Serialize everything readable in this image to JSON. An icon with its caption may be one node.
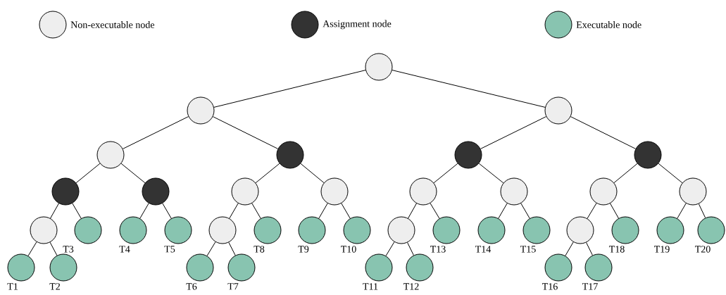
{
  "diagram": {
    "nodes": [
      {
        "text": [],
        "shape": "circle"
      },
      {
        "text": [],
        "shape": "circle"
      },
      {
        "text": [],
        "shape": "circle"
      },
      {
        "text": [],
        "shape": "circle"
      },
      {
        "text": [],
        "shape": "circle"
      },
      {
        "text": [],
        "shape": "circle"
      },
      {
        "text": [],
        "shape": "circle"
      },
      {
        "text": [],
        "shape": "circle"
      },
      {
        "text": [],
        "shape": "circle"
      },
      {
        "text": [],
        "shape": "circle"
      },
      {
        "text": [],
        "shape": "circle"
      },
      {
        "text": [],
        "shape": "circle"
      },
      {
        "text": [],
        "shape": "circle"
      },
      {
        "text": [],
        "shape": "circle"
      },
      {
        "text": [],
        "shape": "circle"
      },
      {
        "text": [],
        "shape": "circle"
      },
      {
        "text": [],
        "shape": "circle",
        "beside": [
          "T3"
        ]
      },
      {
        "text": [],
        "shape": "circle",
        "beside": [
          "T4"
        ]
      },
      {
        "text": [],
        "shape": "circle",
        "beside": [
          "T5"
        ]
      },
      {
        "text": [],
        "shape": "circle"
      },
      {
        "text": [],
        "shape": "circle",
        "beside": [
          "T8"
        ]
      },
      {
        "text": [],
        "shape": "circle",
        "beside": [
          "T9"
        ]
      },
      {
        "text": [],
        "shape": "circle",
        "beside": [
          "T10"
        ]
      },
      {
        "text": [],
        "shape": "circle"
      },
      {
        "text": [],
        "shape": "circle",
        "beside": [
          "T13"
        ]
      },
      {
        "text": [],
        "shape": "circle",
        "beside": [
          "T14"
        ]
      },
      {
        "text": [],
        "shape": "circle",
        "beside": [
          "T15"
        ]
      },
      {
        "text": [],
        "shape": "circle"
      },
      {
        "text": [],
        "shape": "circle",
        "beside": [
          "T18"
        ]
      },
      {
        "text": [],
        "shape": "circle",
        "beside": [
          "T19"
        ]
      },
      {
        "text": [],
        "shape": "circle",
        "beside": [
          "T20"
        ]
      },
      {
        "text": [],
        "shape": "circle",
        "beside": [
          "T1"
        ]
      },
      {
        "text": [],
        "shape": "circle",
        "beside": [
          "T2"
        ]
      },
      {
        "text": [],
        "shape": "circle",
        "beside": [
          "T6"
        ]
      },
      {
        "text": [],
        "shape": "circle",
        "beside": [
          "T7"
        ]
      },
      {
        "text": [],
        "shape": "circle",
        "beside": [
          "T11"
        ]
      },
      {
        "text": [],
        "shape": "circle",
        "beside": [
          "T12"
        ]
      },
      {
        "text": [],
        "shape": "circle",
        "beside": [
          "T16"
        ]
      },
      {
        "text": [],
        "shape": "circle",
        "beside": [
          "T17"
        ]
      }
    ],
    "edges": [
      {
        "from": 0,
        "to": 1,
        "arrow": "none"
      },
      {
        "from": 0,
        "to": 2,
        "arrow": "none"
      },
      {
        "from": 1,
        "to": 3,
        "arrow": "none"
      },
      {
        "from": 1,
        "to": 4,
        "arrow": "none"
      },
      {
        "from": 2,
        "to": 5,
        "arrow": "none"
      },
      {
        "from": 2,
        "to": 6,
        "arrow": "none"
      },
      {
        "from": 3,
        "to": 7,
        "arrow": "none"
      },
      {
        "from": 3,
        "to": 8,
        "arrow": "none"
      },
      {
        "from": 4,
        "to": 9,
        "arrow": "none"
      },
      {
        "from": 4,
        "to": 10,
        "arrow": "none"
      },
      {
        "from": 5,
        "to": 11,
        "arrow": "none"
      },
      {
        "from": 5,
        "to": 12,
        "arrow": "none"
      },
      {
        "from": 6,
        "to": 13,
        "arrow": "none"
      },
      {
        "from": 6,
        "to": 14,
        "arrow": "none"
      },
      {
        "from": 7,
        "to": 15,
        "arrow": "none"
      },
      {
        "from": 7,
        "to": 16,
        "arrow": "none"
      },
      {
        "from": 8,
        "to": 17,
        "arrow": "none"
      },
      {
        "from": 8,
        "to": 18,
        "arrow": "none"
      },
      {
        "from": 9,
        "to": 19,
        "arrow": "none"
      },
      {
        "from": 9,
        "to": 20,
        "arrow": "none"
      },
      {
        "from": 10,
        "to": 21,
        "arrow": "none"
      },
      {
        "from": 10,
        "to": 22,
        "arrow": "none"
      },
      {
        "from": 11,
        "to": 23,
        "arrow": "none"
      },
      {
        "from": 11,
        "to": 24,
        "arrow": "none"
      },
      {
        "from": 12,
        "to": 25,
        "arrow": "none"
      },
      {
        "from": 12,
        "to": 26,
        "arrow": "none"
      },
      {
        "from": 13,
        "to": 27,
        "arrow": "none"
      },
      {
        "from": 13,
        "to": 28,
        "arrow": "none"
      },
      {
        "from": 14,
        "to": 29,
        "arrow": "none"
      },
      {
        "from": 14,
        "to": 30,
        "arrow": "none"
      },
      {
        "from": 15,
        "to": 31,
        "arrow": "none"
      },
      {
        "from": 15,
        "to": 32,
        "arrow": "none"
      },
      {
        "from": 19,
        "to": 33,
        "arrow": "none"
      },
      {
        "from": 19,
        "to": 34,
        "arrow": "none"
      },
      {
        "from": 23,
        "to": 35,
        "arrow": "none"
      },
      {
        "from": 23,
        "to": 36,
        "arrow": "none"
      },
      {
        "from": 27,
        "to": 37,
        "arrow": "none"
      },
      {
        "from": 27,
        "to": 38,
        "arrow": "none"
      }
    ],
    "legend": [
      {
        "text": "Non-executable node",
        "color": "#eeeeee"
      },
      {
        "text": "Assignment node",
        "color": "#333333"
      },
      {
        "text": "Executable node",
        "color": "#88c4b0"
      }
    ]
  }
}
